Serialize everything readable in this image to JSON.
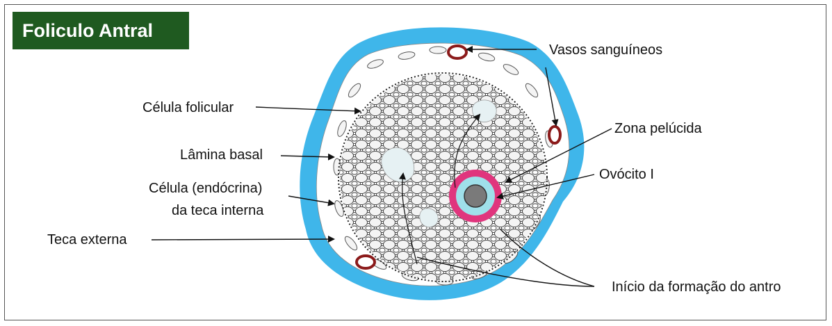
{
  "title": "Foliculo Antral",
  "labels": {
    "vasos": "Vasos sanguíneos",
    "celula_folicular": "Célula folicular",
    "lamina_basal": "Lâmina basal",
    "celula_endocrina_l1": "Célula (endócrina)",
    "celula_endocrina_l2": "da teca interna",
    "teca_externa": "Teca externa",
    "zona_pelucida": "Zona pelúcida",
    "ovocito": "Ovócito I",
    "antro": "Início da formação do antro"
  },
  "colors": {
    "title_bg": "#1f5a20",
    "theca_blue": "#3fb6ea",
    "zona_pink": "#e0357d",
    "ovocyte_ring": "#9fe0ea",
    "nucleus": "#7a7a7a",
    "vessel": "#8b1a1a"
  }
}
